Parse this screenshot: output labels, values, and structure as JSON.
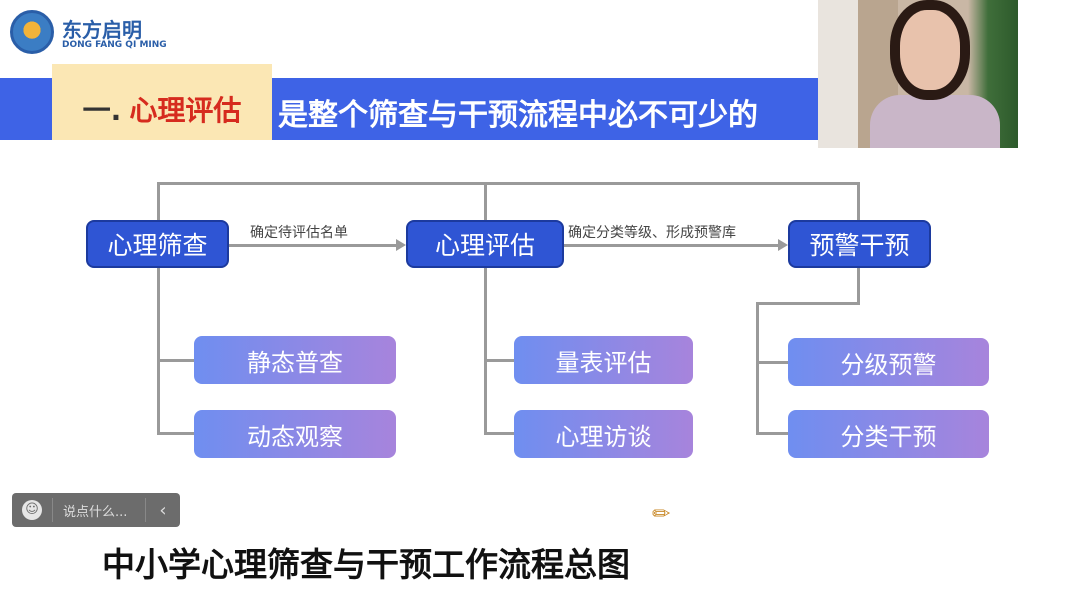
{
  "brand": {
    "name": "东方启明",
    "sub": "DONG FANG QI MING"
  },
  "title": {
    "number": "一.",
    "highlight": "心理评估",
    "rest": "是整个筛查与干预流程中必不可少的"
  },
  "flow": {
    "main": [
      "心理筛查",
      "心理评估",
      "预警干预"
    ],
    "arrows": [
      "确定待评估名单",
      "确定分类等级、形成预警库"
    ],
    "sub1": [
      "静态普查",
      "动态观察"
    ],
    "sub2": [
      "量表评估",
      "心理访谈"
    ],
    "sub3": [
      "分级预警",
      "分类干预"
    ]
  },
  "chat": {
    "placeholder": "说点什么...",
    "emoji": "☺",
    "collapse": "‹"
  },
  "caption": "中小学心理筛查与干预工作流程总图",
  "icons": {
    "pencil": "✏"
  }
}
